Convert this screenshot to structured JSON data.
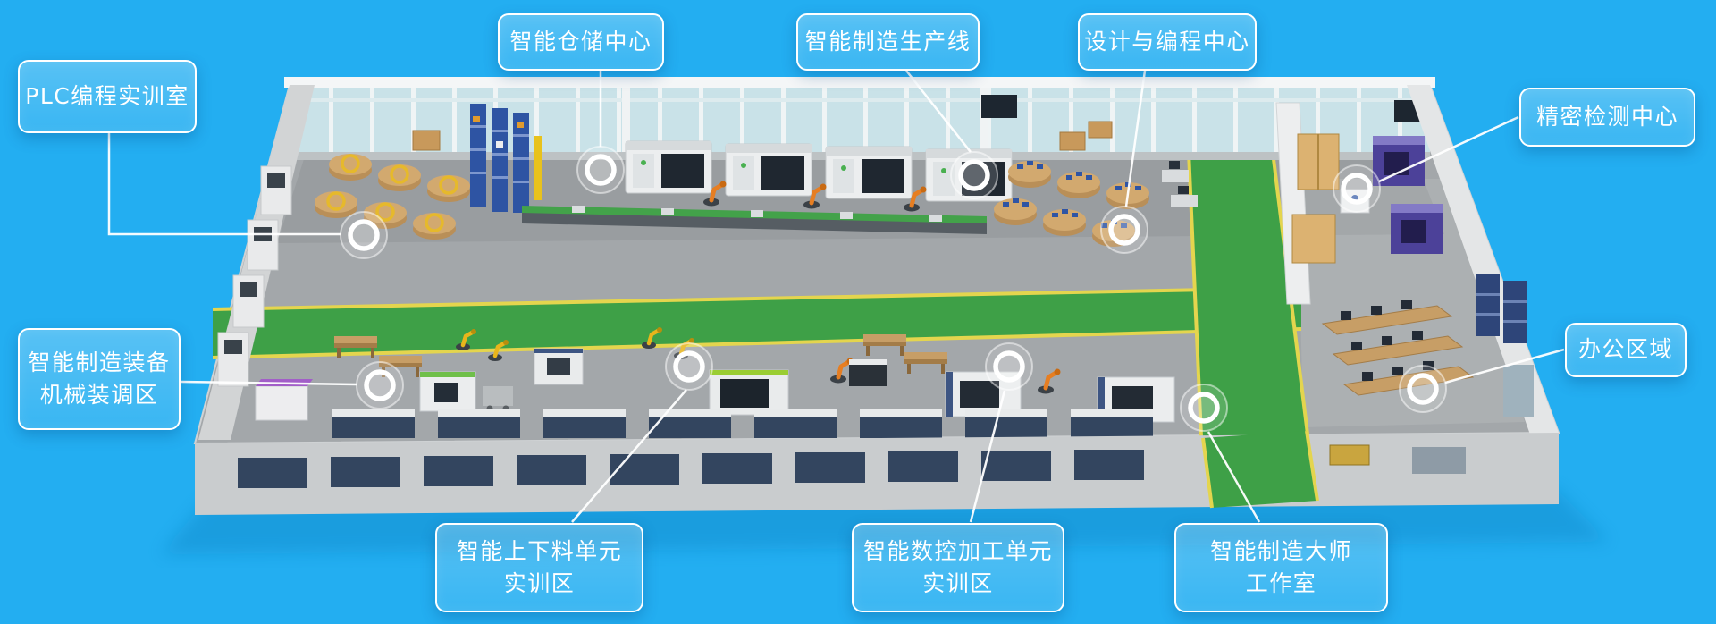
{
  "colors": {
    "bg": "#23AEF1",
    "callout_border": "#FFFFFF",
    "connector": "#FFFFFF",
    "marker": "#FFFFFF",
    "path_green": "#3EA047",
    "path_edge_yellow": "#E4D54E",
    "floor_gray": "#A3A7AA",
    "wall_gray": "#CBCED0",
    "glass_blue": "#C9E2E8",
    "wood_tan": "#C79E66",
    "machine_white": "#ECEEEF",
    "machine_dark": "#1F2730",
    "robot_orange": "#E67E22",
    "robot_yellow": "#E8B51C",
    "rack_blue": "#2E54A3",
    "cabinet_navy": "#33455F",
    "inspection_purple": "#4C4199"
  },
  "callouts": [
    {
      "id": "plc-training-room",
      "lines": [
        "PLC编程实训室"
      ]
    },
    {
      "id": "smart-warehouse-center",
      "lines": [
        "智能仓储中心"
      ]
    },
    {
      "id": "smart-production-line",
      "lines": [
        "智能制造生产线"
      ]
    },
    {
      "id": "design-programming-center",
      "lines": [
        "设计与编程中心"
      ]
    },
    {
      "id": "precision-inspection-center",
      "lines": [
        "精密检测中心"
      ]
    },
    {
      "id": "equipment-assembly-area",
      "lines": [
        "智能制造装备",
        "机械装调区"
      ]
    },
    {
      "id": "office-area",
      "lines": [
        "办公区域"
      ]
    },
    {
      "id": "loading-unloading-training-area",
      "lines": [
        "智能上下料单元",
        "实训区"
      ]
    },
    {
      "id": "cnc-machining-training-area",
      "lines": [
        "智能数控加工单元",
        "实训区"
      ]
    },
    {
      "id": "master-studio",
      "lines": [
        "智能制造大师",
        "工作室"
      ]
    }
  ]
}
